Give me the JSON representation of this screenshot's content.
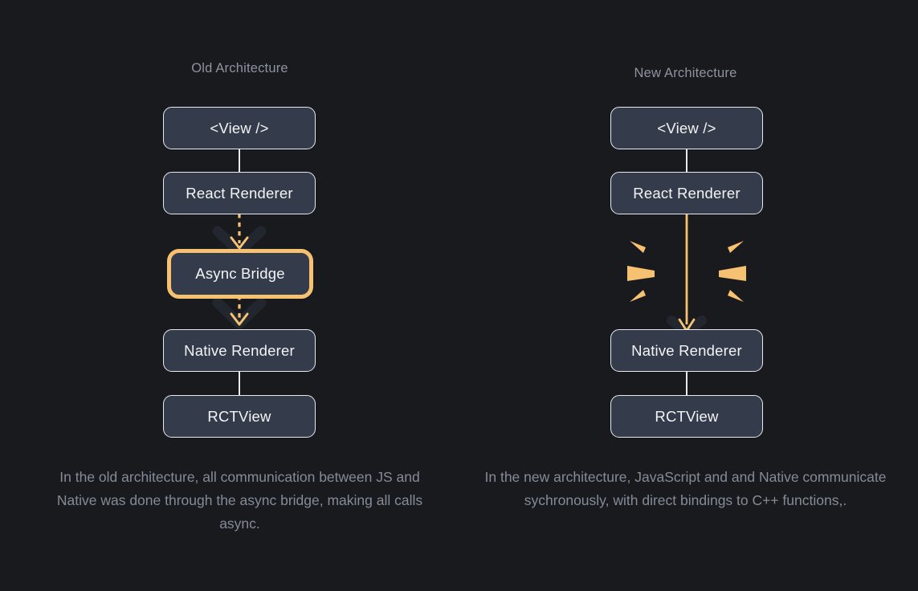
{
  "theme": {
    "background": "#191a1d",
    "node_fill": "#343b4a",
    "node_border": "#e9eaee",
    "node_text": "#f3f4f6",
    "title_text": "#8d93a1",
    "caption_text": "#848b99",
    "accent_orange": "#f6c272",
    "chevron_shadow": "#22262f"
  },
  "columns": [
    {
      "id": "old",
      "title": "Old Architecture",
      "nodes": {
        "view": "<View />",
        "react_renderer": "React Renderer",
        "bridge": "Async Bridge",
        "native_renderer": "Native Renderer",
        "rct_view": "RCTView"
      },
      "caption": "In the old architecture, all communication between JS and Native was done through the async bridge, making all calls async.",
      "arrows": [
        {
          "name": "react-to-bridge",
          "style": "dashed",
          "color": "#f6c272"
        },
        {
          "name": "bridge-to-native",
          "style": "dashed",
          "color": "#f6c272"
        }
      ]
    },
    {
      "id": "new",
      "title": "New Architecture",
      "nodes": {
        "view": "<View />",
        "react_renderer": "React Renderer",
        "native_renderer": "Native Renderer",
        "rct_view": "RCTView"
      },
      "caption": "In the new architecture, JavaScript and and Native communicate sychronously, with direct bindings to C++ functions,.",
      "arrows": [
        {
          "name": "react-to-native",
          "style": "solid",
          "color": "#f6c272"
        }
      ],
      "burst": {
        "name": "sync-burst",
        "rays": 6,
        "color": "#f6c272"
      }
    }
  ]
}
